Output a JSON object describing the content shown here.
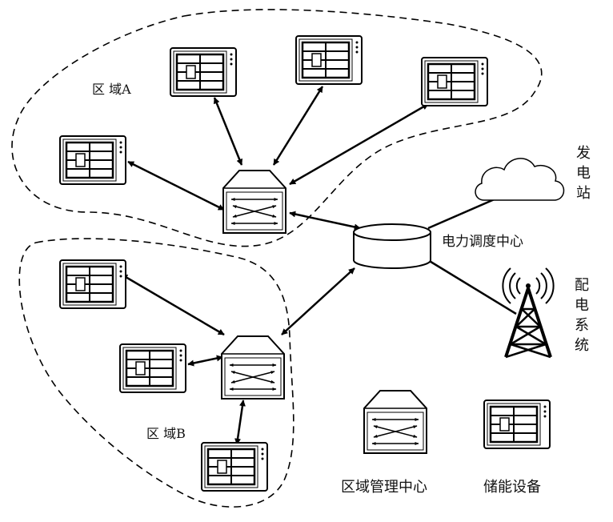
{
  "regions": {
    "a": {
      "label": "区 域A"
    },
    "b": {
      "label": "区 域B"
    }
  },
  "nodes": {
    "dispatch_center": {
      "label": "电力调度中心"
    },
    "power_station": {
      "label_chars": [
        "发",
        "电",
        "站"
      ]
    },
    "distribution_system": {
      "label_chars": [
        "配",
        "电",
        "系",
        "统"
      ]
    }
  },
  "legend": {
    "management_center": {
      "label": "区域管理中心"
    },
    "storage_device": {
      "label": "储能设备"
    }
  },
  "icons": {
    "storage": "energy-storage-device-icon",
    "hub": "regional-management-center-icon",
    "database": "dispatch-center-cylinder-icon",
    "cloud": "power-station-cloud-icon",
    "tower": "distribution-tower-icon"
  },
  "colors": {
    "stroke": "#000000",
    "background": "#ffffff"
  }
}
